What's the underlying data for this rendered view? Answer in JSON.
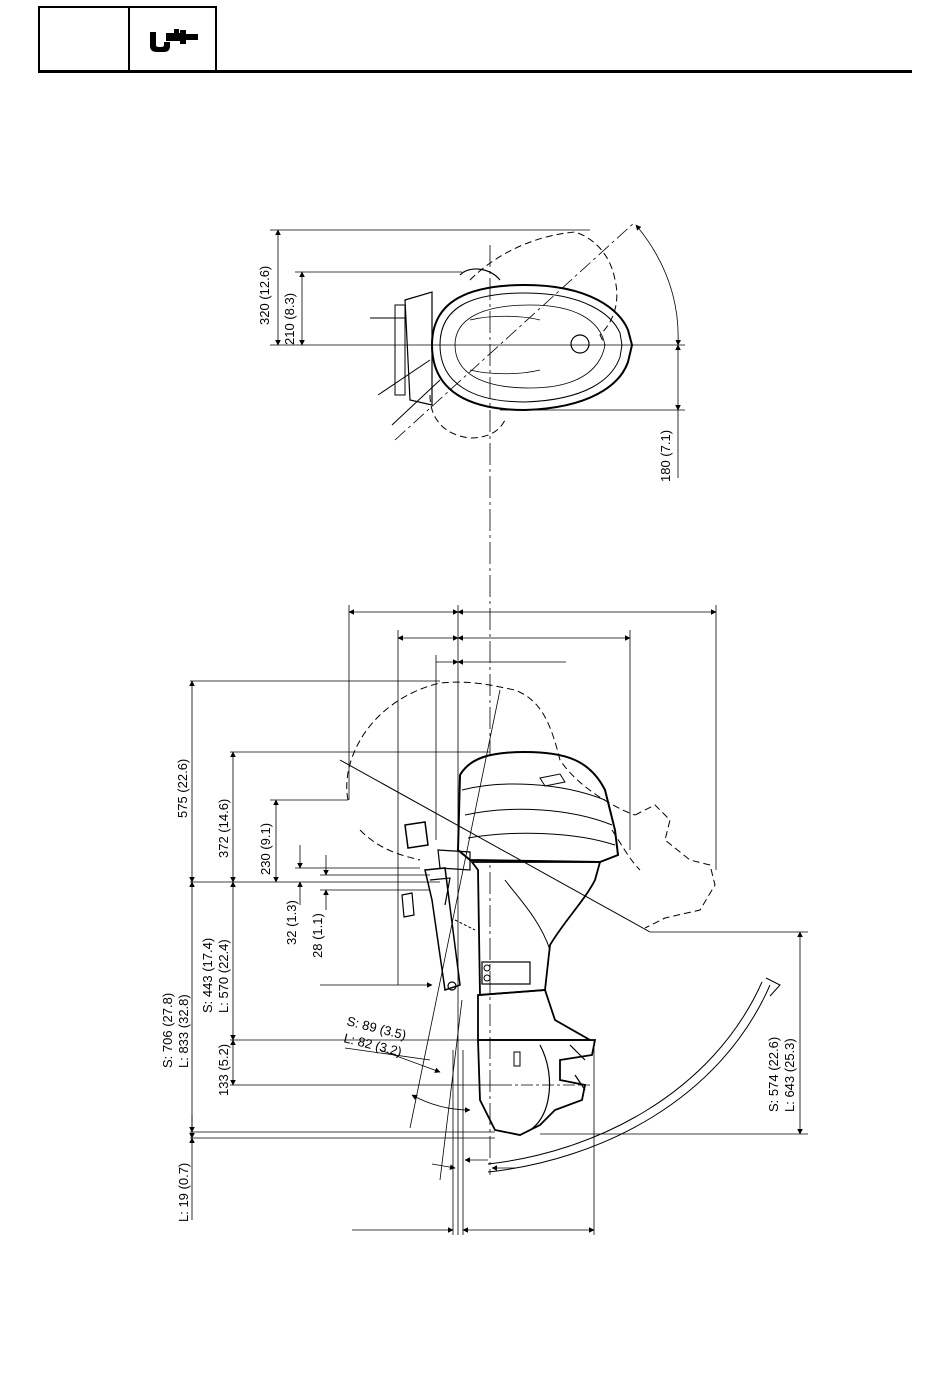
{
  "header": {
    "icon": "caliper-icon"
  },
  "dimensions": {
    "top_view": {
      "d320": "320 (12.6)",
      "d210": "210 (8.3)",
      "d180": "180 (7.1)"
    },
    "side_view": {
      "d575": "575 (22.6)",
      "d372": "372 (14.6)",
      "d230": "230 (9.1)",
      "d32": "32 (1.3)",
      "d28": "28 (1.1)",
      "s443": "S: 443 (17.4)",
      "l570": "L: 570 (22.4)",
      "s706": "S: 706 (27.8)",
      "l833": "L: 833 (32.8)",
      "s89": "S: 89 (3.5)",
      "l82": "L: 82 (3.2)",
      "d133": "133 (5.2)",
      "l19": "L: 19 (0.7)",
      "s574": "S: 574 (22.6)",
      "l643": "L: 643 (25.3)"
    }
  }
}
